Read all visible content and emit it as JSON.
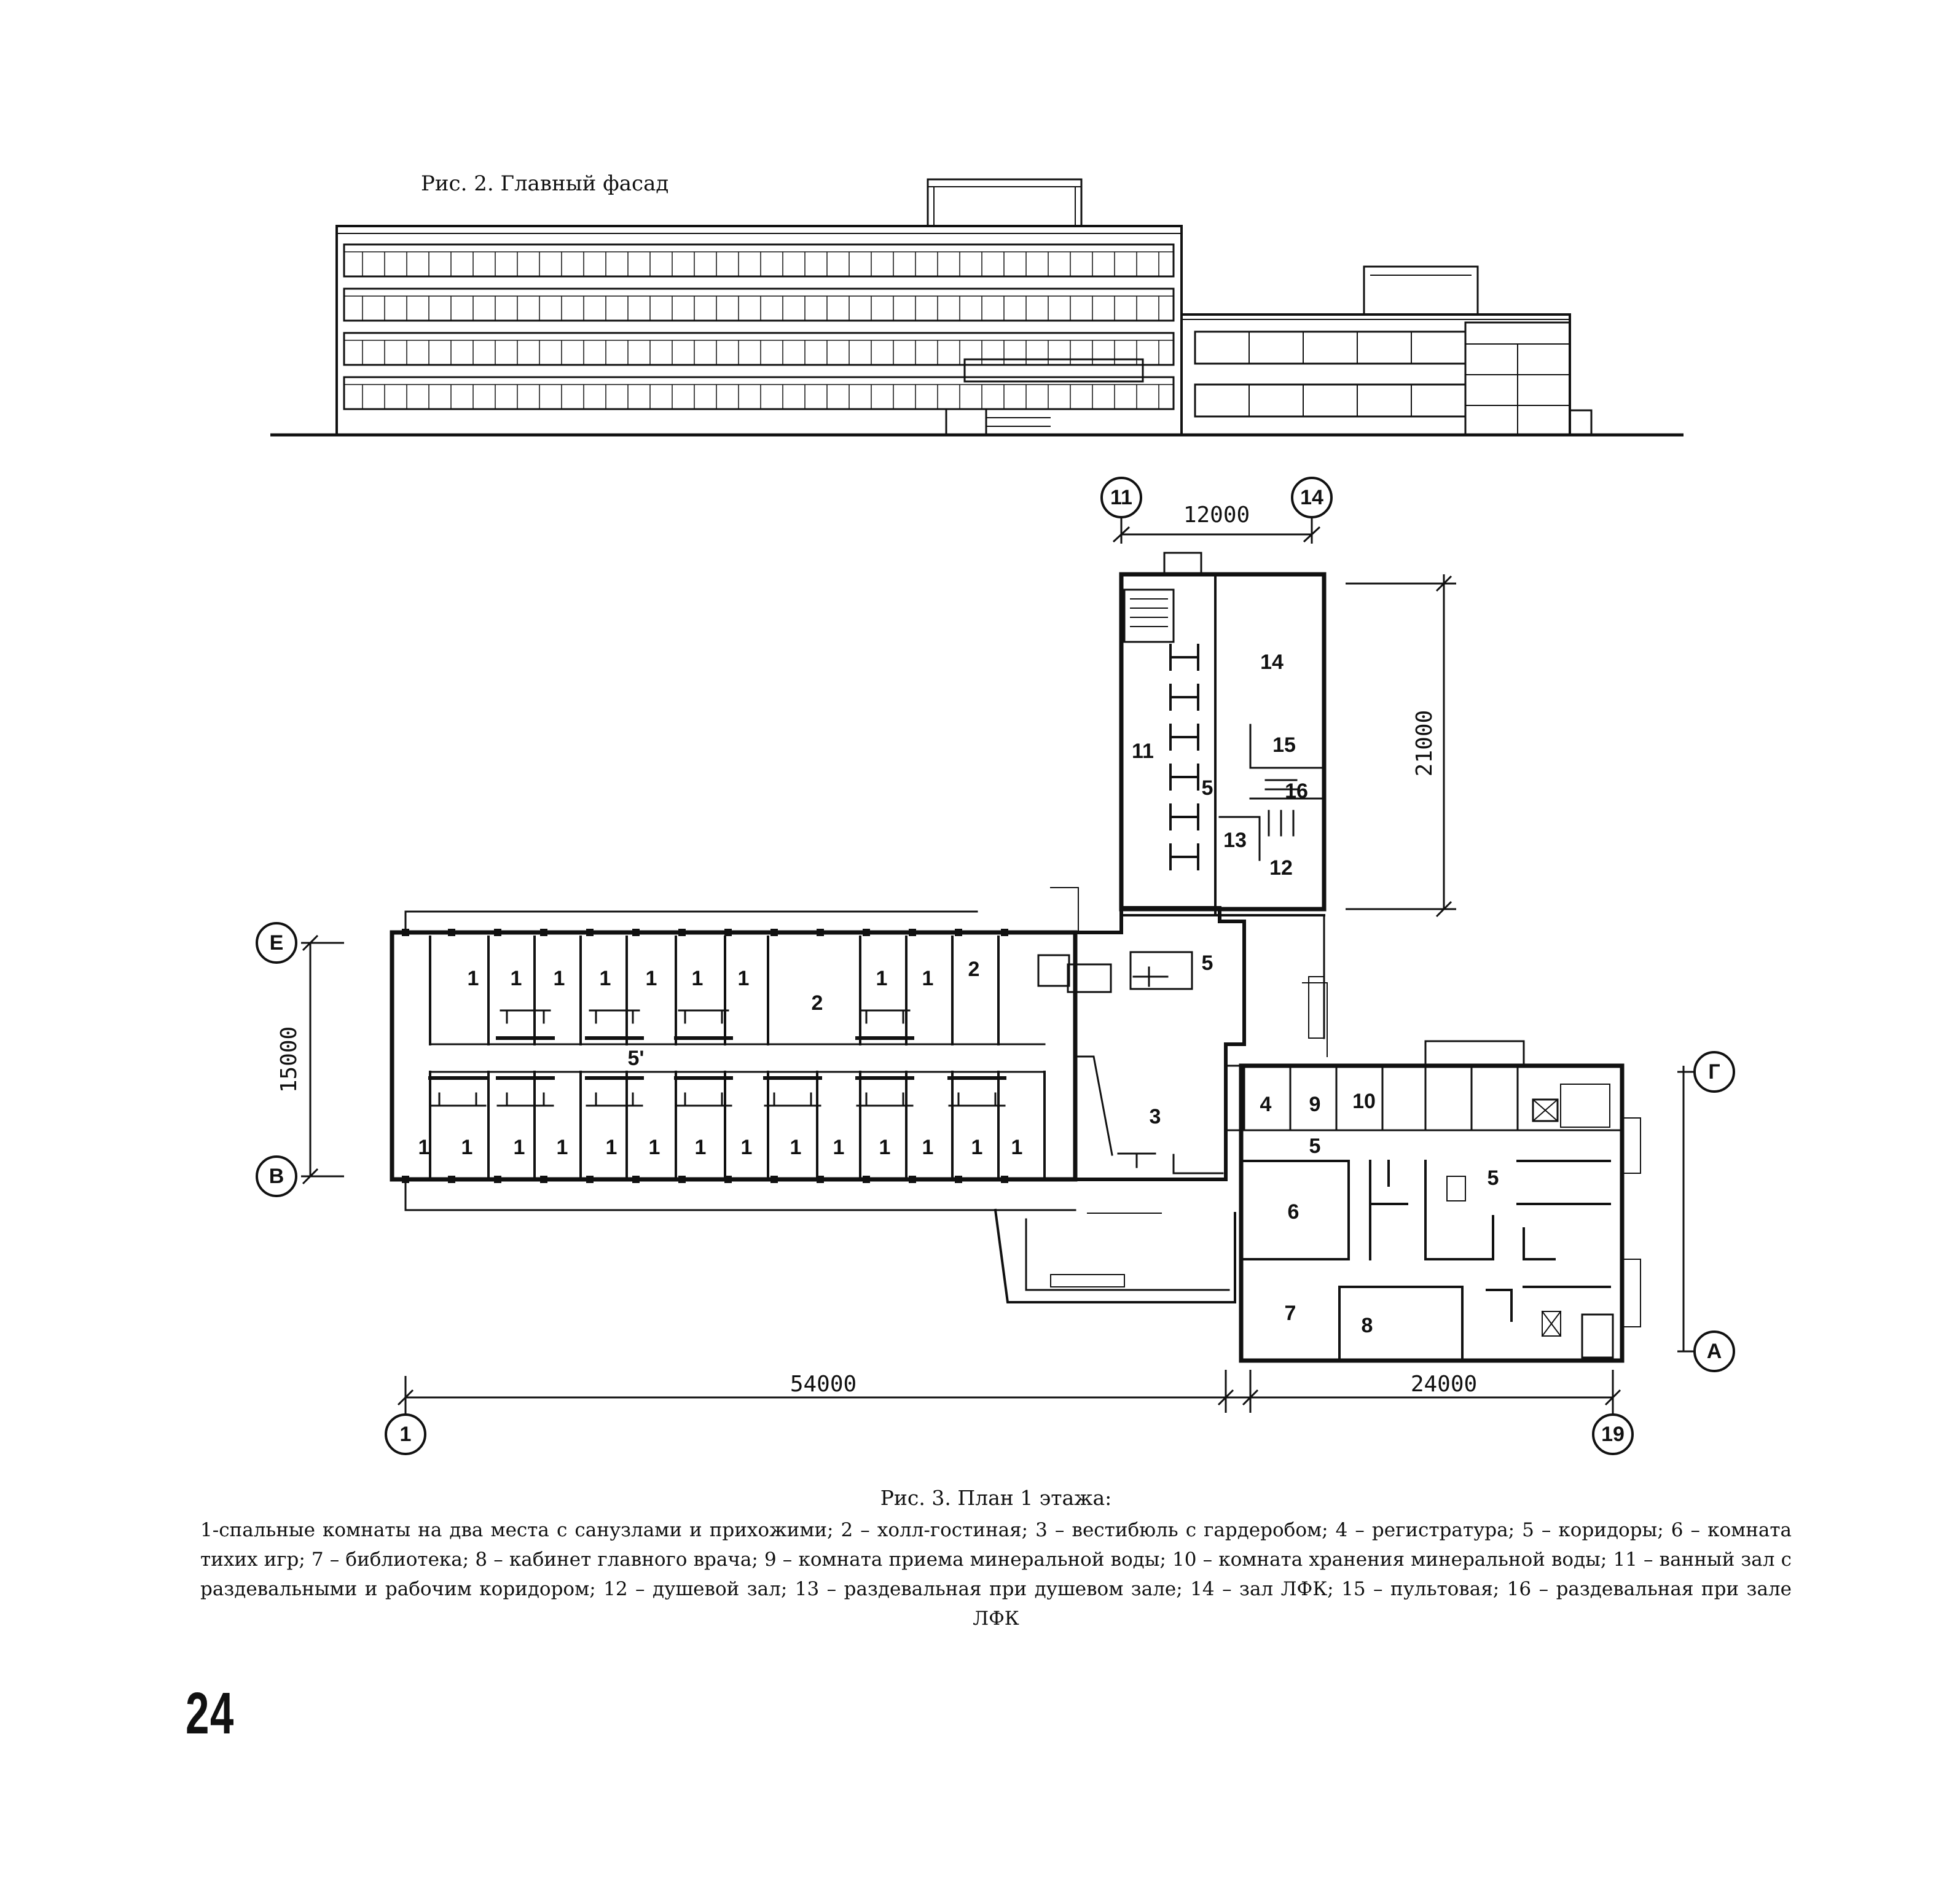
{
  "figure2": {
    "title": "Рис. 2. Главный фасад"
  },
  "figure3": {
    "dimensions": {
      "top_span": "12000",
      "right_span": "21000",
      "left_span": "15000",
      "bottom_left_span": "54000",
      "bottom_right_span": "24000"
    },
    "axes": {
      "top_left": "11",
      "top_right": "14",
      "left_top": "Е",
      "left_bottom": "В",
      "right_top": "Г",
      "right_bottom": "А",
      "bottom_left": "1",
      "bottom_right": "19"
    },
    "room_labels": {
      "hall_living": "2",
      "hall_living_small": "2",
      "corridor_main": "5'",
      "vestibule": "3",
      "registry": "4",
      "mineral_intake": "9",
      "mineral_storage": "10",
      "corridor_south": "5",
      "corridor_east": "5",
      "corridor_tower": "5",
      "corridor_hall": "5",
      "quiet_games": "6",
      "library": "7",
      "chief_doctor": "8",
      "bath_hall": "11",
      "shower_hall": "12",
      "shower_changing": "13",
      "lfk_hall": "14",
      "control_room": "15",
      "lfk_changing": "16",
      "bedroom": "1"
    }
  },
  "caption": {
    "title": "Рис. 3. План 1 этажа:",
    "text": "1-спальные комнаты на два места с санузлами и прихожими; 2 – холл-гостиная; 3 – вестибюль с гардеробом; 4 – регистратура; 5 – коридоры; 6 – комната тихих игр; 7 – библиотека; 8 – кабинет главного врача; 9 – комната приема минеральной воды; 10 – комната хранения минеральной воды; 11 – ванный зал с раздевальными и рабочим коридором; 12 – душевой зал; 13 – раздевальная при душевом зале; 14 – зал ЛФК; 15 – пультовая; 16 – раздевальная при зале ЛФК"
  },
  "page": {
    "number": "24"
  }
}
